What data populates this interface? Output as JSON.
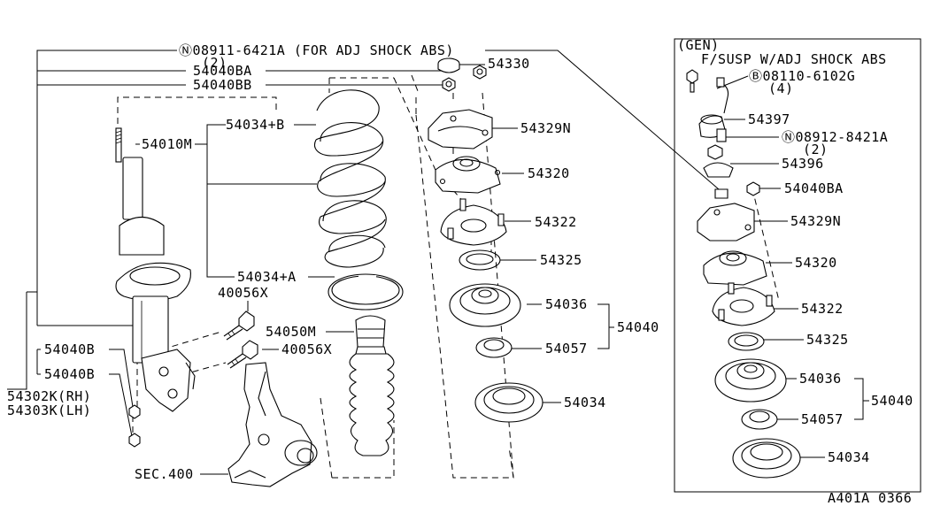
{
  "callouts": {
    "note_top": "Ⓝ08911-6421A (FOR ADJ SHOCK ABS)",
    "note_top_qty": "(2)",
    "c54040BA": "54040BA",
    "c54040BB": "54040BB",
    "c54330": "54330",
    "c54034B": "54034+B",
    "c54010M": "54010M",
    "c54329N": "54329N",
    "c54320": "54320",
    "c54322": "54322",
    "c54325": "54325",
    "c54034A": "54034+A",
    "c40056X_a": "40056X",
    "c54050M": "54050M",
    "c40056X_b": "40056X",
    "c54036": "54036",
    "c54040": "54040",
    "c54057": "54057",
    "c54034": "54034",
    "c54040B_a": "54040B",
    "c54040B_b": "54040B",
    "c54302K": "54302K(RH)",
    "c54303K": "54303K(LH)",
    "sec400": "SEC.400"
  },
  "inset": {
    "gen": "(GEN)",
    "title": "F/SUSP W/ADJ SHOCK ABS",
    "b08110": "Ⓑ08110-6102G",
    "b08110_qty": "(4)",
    "c54397": "54397",
    "n08912": "Ⓝ08912-8421A",
    "n08912_qty": "(2)",
    "c54396": "54396",
    "c54040BA": "54040BA",
    "c54329N": "54329N",
    "c54320": "54320",
    "c54322": "54322",
    "c54325": "54325",
    "c54036": "54036",
    "c54040": "54040",
    "c54057": "54057",
    "c54034": "54034"
  },
  "diagram_code": "A401A 0366"
}
